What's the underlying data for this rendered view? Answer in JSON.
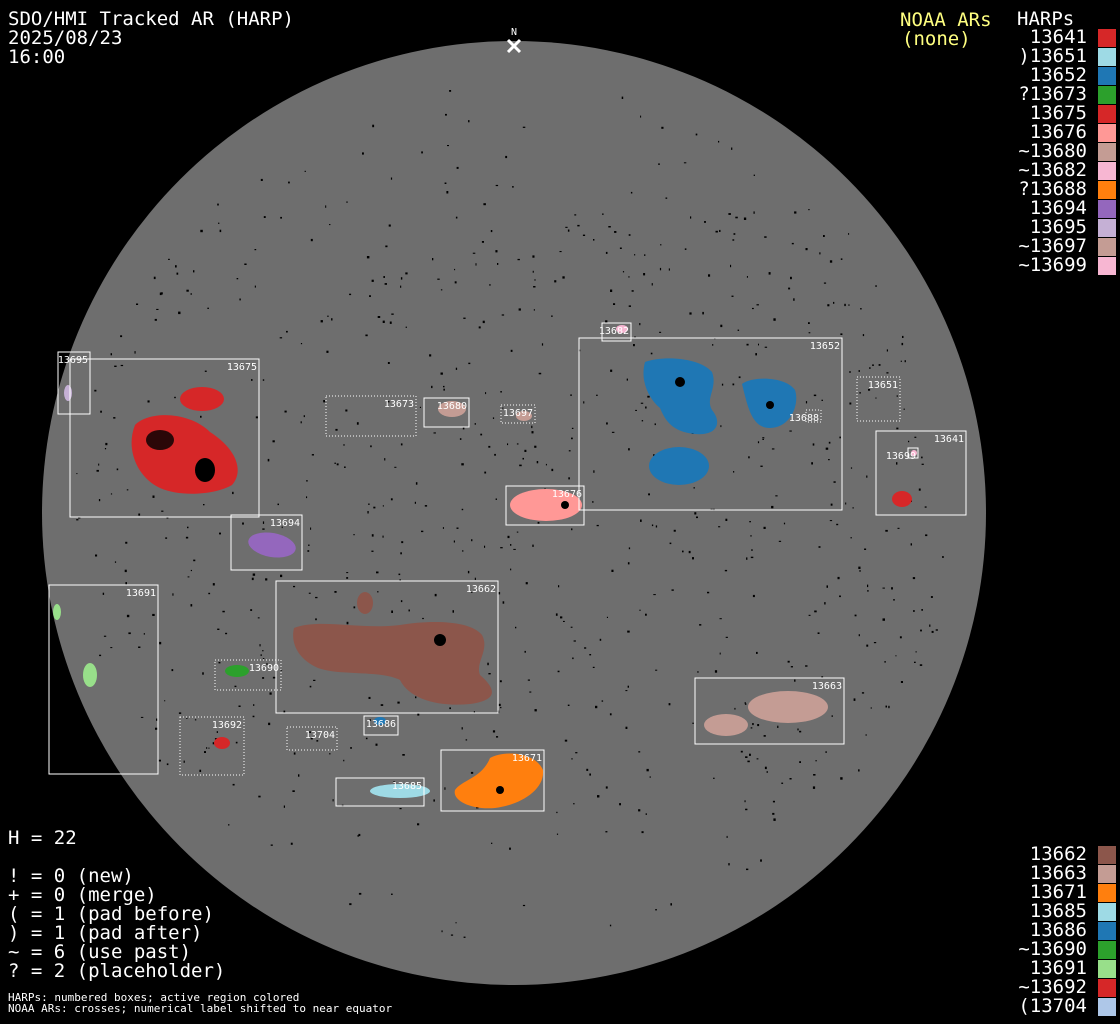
{
  "header": {
    "title": "SDO/HMI Tracked AR (HARP)",
    "date": "2025/08/23",
    "time": "16:00",
    "north_marker": "N"
  },
  "noaa": {
    "title": "NOAA ARs",
    "value": "(none)"
  },
  "harp_legend_title": "HARPs",
  "legend_top": [
    {
      "label": "13641",
      "color": "#d62728"
    },
    {
      "label": ")13651",
      "color": "#9edae5"
    },
    {
      "label": "13652",
      "color": "#1f77b4"
    },
    {
      "label": "?13673",
      "color": "#2ca02c"
    },
    {
      "label": "13675",
      "color": "#d62728"
    },
    {
      "label": "13676",
      "color": "#ff9896"
    },
    {
      "label": "~13680",
      "color": "#c49c94"
    },
    {
      "label": "~13682",
      "color": "#f7b6d2"
    },
    {
      "label": "?13688",
      "color": "#ff7f0e"
    },
    {
      "label": "13694",
      "color": "#9467bd"
    },
    {
      "label": "13695",
      "color": "#c5b0d5"
    },
    {
      "label": "~13697",
      "color": "#c49c94"
    },
    {
      "label": "~13699",
      "color": "#f7b6d2"
    }
  ],
  "legend_bottom": [
    {
      "label": "13662",
      "color": "#8c564b"
    },
    {
      "label": "13663",
      "color": "#c49c94"
    },
    {
      "label": "13671",
      "color": "#ff7f0e"
    },
    {
      "label": "13685",
      "color": "#9edae5"
    },
    {
      "label": "13686",
      "color": "#1f77b4"
    },
    {
      "label": "~13690",
      "color": "#2ca02c"
    },
    {
      "label": "13691",
      "color": "#98df8a"
    },
    {
      "label": "~13692",
      "color": "#d62728"
    },
    {
      "label": "(13704",
      "color": "#aec7e8"
    }
  ],
  "stats": {
    "h_count": "H = 22",
    "new": "! = 0 (new)",
    "merge": "+ = 0 (merge)",
    "pad_before": "( = 1 (pad before)",
    "pad_after": ") = 1 (pad after)",
    "use_past": "~ = 6 (use past)",
    "placeholder": "? = 2 (placeholder)"
  },
  "footer": {
    "line1": "HARPs: numbered boxes; active region colored",
    "line2": "NOAA ARs: crosses; numerical label shifted to near equator"
  },
  "harp_boxes": [
    {
      "label": "13695",
      "color": "#c5b0d5",
      "dotted": false
    },
    {
      "label": "13675",
      "color": "#d62728",
      "dotted": false
    },
    {
      "label": "13673",
      "color": "#2ca02c",
      "dotted": true
    },
    {
      "label": "13680",
      "color": "#c49c94",
      "dotted": false
    },
    {
      "label": "13697",
      "color": "#c49c94",
      "dotted": true
    },
    {
      "label": "13682",
      "color": "#f7b6d2",
      "dotted": false
    },
    {
      "label": "13652",
      "color": "#1f77b4",
      "dotted": false
    },
    {
      "label": "13688",
      "color": "#ff7f0e",
      "dotted": true
    },
    {
      "label": "13651",
      "color": "#9edae5",
      "dotted": true
    },
    {
      "label": "13641",
      "color": "#d62728",
      "dotted": false
    },
    {
      "label": "13699",
      "color": "#f7b6d2",
      "dotted": false
    },
    {
      "label": "13676",
      "color": "#ff9896",
      "dotted": false
    },
    {
      "label": "13694",
      "color": "#9467bd",
      "dotted": false
    },
    {
      "label": "13691",
      "color": "#98df8a",
      "dotted": false
    },
    {
      "label": "13662",
      "color": "#8c564b",
      "dotted": false
    },
    {
      "label": "13690",
      "color": "#2ca02c",
      "dotted": true
    },
    {
      "label": "13692",
      "color": "#d62728",
      "dotted": true
    },
    {
      "label": "13704",
      "color": "#aec7e8",
      "dotted": true
    },
    {
      "label": "13686",
      "color": "#1f77b4",
      "dotted": false
    },
    {
      "label": "13685",
      "color": "#9edae5",
      "dotted": false
    },
    {
      "label": "13671",
      "color": "#ff7f0e",
      "dotted": false
    },
    {
      "label": "13663",
      "color": "#c49c94",
      "dotted": false
    }
  ]
}
